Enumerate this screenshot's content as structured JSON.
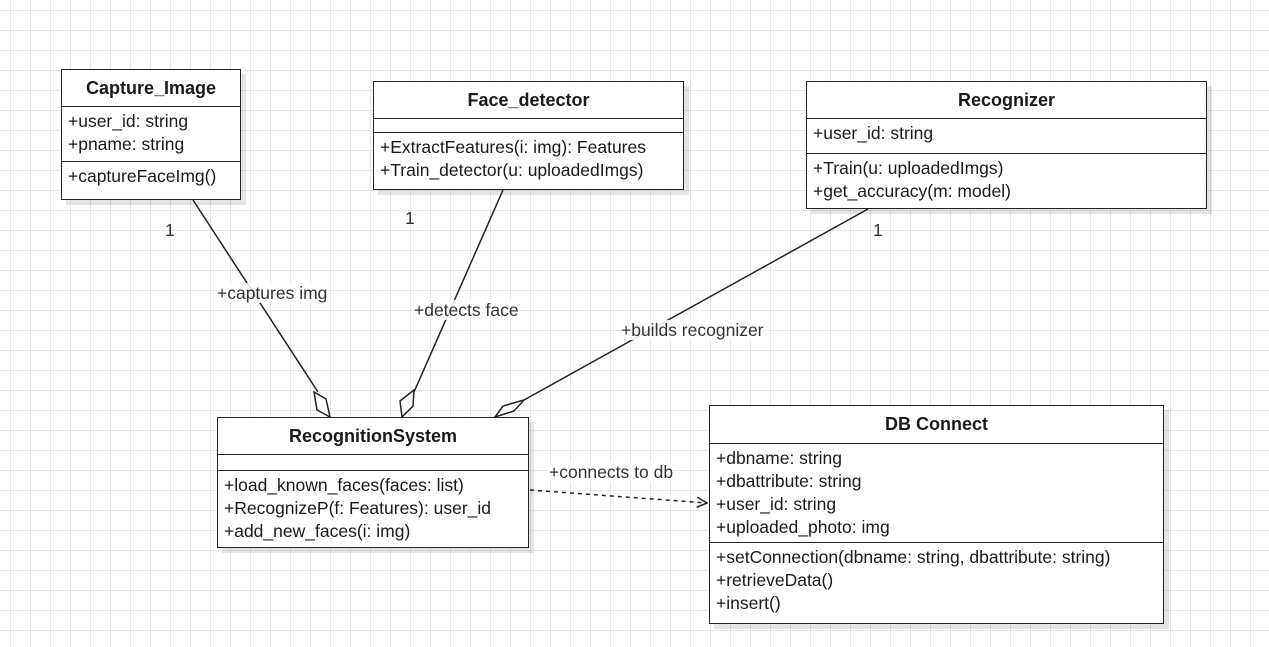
{
  "classes": [
    {
      "name": "Capture_Image",
      "attributes": [
        "+user_id: string",
        "+pname: string"
      ],
      "methods": [
        "+captureFaceImg()"
      ]
    },
    {
      "name": "Face_detector",
      "attributes": [],
      "methods": [
        "+ExtractFeatures(i: img): Features",
        "+Train_detector(u: uploadedImgs)"
      ]
    },
    {
      "name": "Recognizer",
      "attributes": [
        "+user_id: string"
      ],
      "methods": [
        "+Train(u: uploadedImgs)",
        "+get_accuracy(m: model)"
      ]
    },
    {
      "name": "RecognitionSystem",
      "attributes": [],
      "methods": [
        "+load_known_faces(faces: list)",
        "+RecognizeP(f: Features): user_id",
        "+add_new_faces(i: img)"
      ]
    },
    {
      "name": "DB Connect",
      "attributes": [
        "+dbname: string",
        "+dbattribute: string",
        "+user_id: string",
        "+uploaded_photo: img"
      ],
      "methods": [
        "+setConnection(dbname: string, dbattribute: string)",
        "+retrieveData()",
        "+insert()"
      ]
    }
  ],
  "relations": [
    {
      "label": "+captures img",
      "multiplicity": "1",
      "type": "aggregation"
    },
    {
      "label": "+detects face",
      "multiplicity": "1",
      "type": "aggregation"
    },
    {
      "label": "+builds recognizer",
      "multiplicity": "1",
      "type": "aggregation"
    },
    {
      "label": "+connects to db",
      "multiplicity": "",
      "type": "dependency"
    }
  ]
}
